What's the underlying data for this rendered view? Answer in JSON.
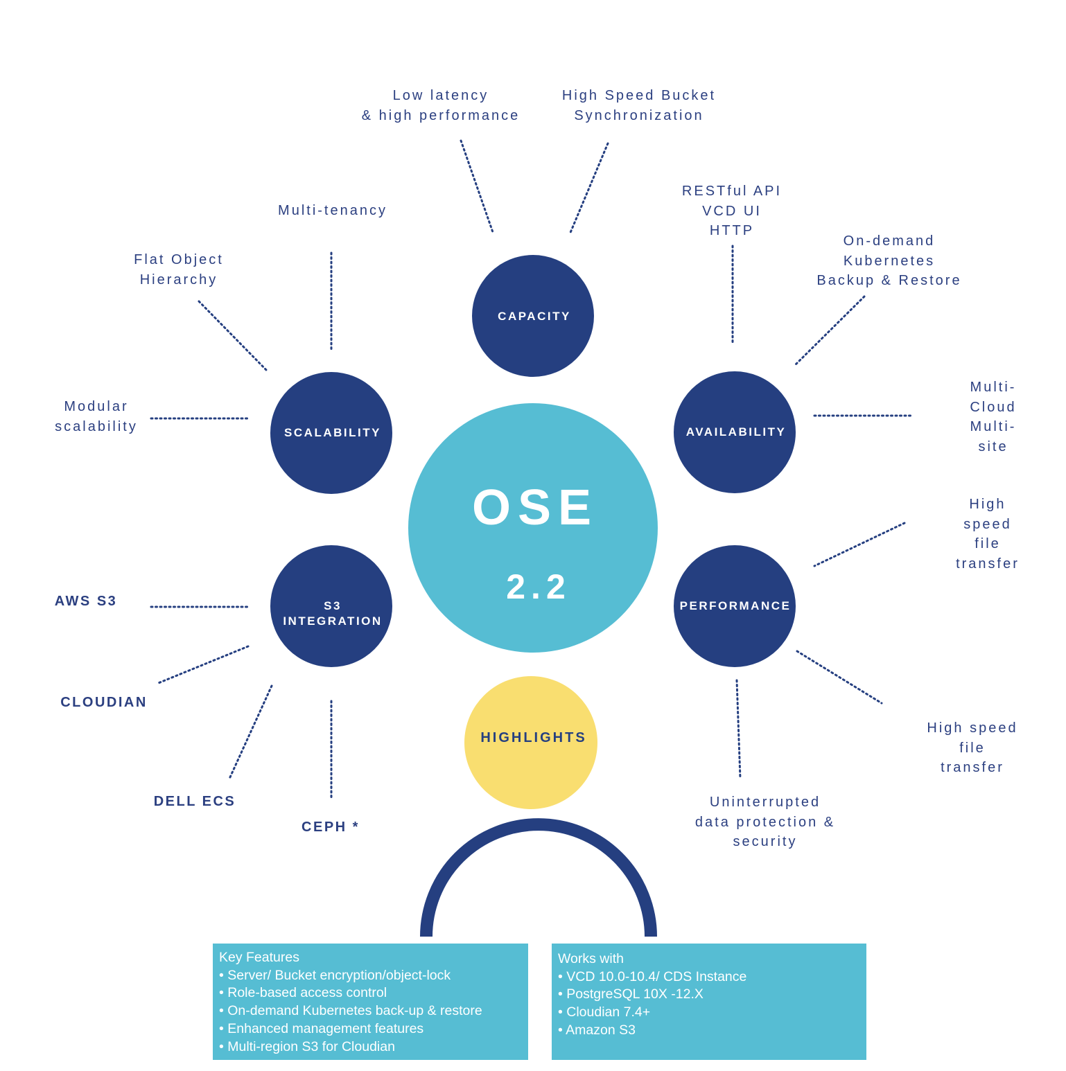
{
  "colors": {
    "navy": "#253f80",
    "cyan": "#56bdd3",
    "yellow": "#f9de70",
    "text": "#2b3f80"
  },
  "center": {
    "title": "OSE",
    "version": "2.2"
  },
  "pillars": {
    "capacity": "CAPACITY",
    "scalability": "SCALABILITY",
    "availability": "AVAILABILITY",
    "s3": "S3\nINTEGRATION",
    "performance": "PERFORMANCE",
    "highlights": "HIGHLIGHTS"
  },
  "labels": {
    "low_latency": "Low latency\n& high performance",
    "bucket_sync": "High Speed Bucket\nSynchronization",
    "multi_tenancy": "Multi-tenancy",
    "restful": "RESTful API\nVCD UI\nHTTP",
    "k8s": "On-demand\nKubernetes\nBackup & Restore",
    "flat_object": "Flat Object\nHierarchy",
    "modular": "Modular\nscalability",
    "multi_cloud": "Multi- Cloud\nMulti-site",
    "hs_file_1": "High speed file\ntransfer",
    "aws": "AWS S3",
    "cloudian": "CLOUDIAN",
    "dell": "DELL ECS",
    "ceph": "CEPH *",
    "uninterrupted": "Uninterrupted\ndata protection &\nsecurity",
    "hs_file_2": "High speed file\ntransfer"
  },
  "key_features": {
    "title": "Key Features",
    "items": [
      "• Server/ Bucket encryption/object-lock",
      "• Role-based access control",
      "• On-demand Kubernetes back-up & restore",
      "• Enhanced management features",
      "• Multi-region S3 for Cloudian"
    ]
  },
  "works_with": {
    "title": "Works with",
    "items": [
      "• VCD 10.0-10.4/ CDS Instance",
      "• PostgreSQL 10X -12.X",
      "• Cloudian 7.4+",
      "• Amazon S3"
    ]
  }
}
